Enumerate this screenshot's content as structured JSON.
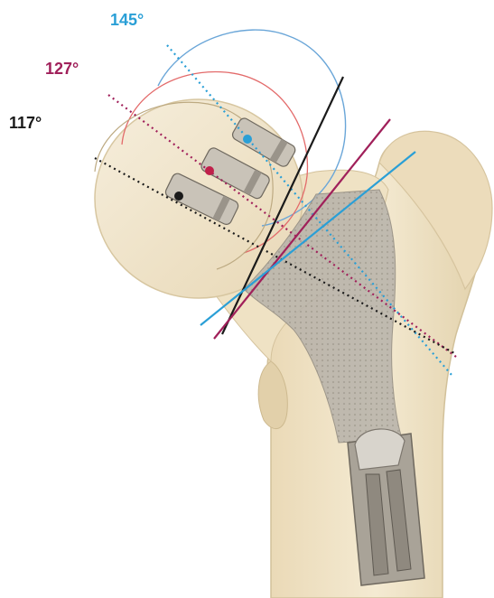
{
  "diagram": {
    "angles": [
      {
        "label": "145°",
        "color": "#2a9fd6"
      },
      {
        "label": "127°",
        "color": "#a0205a"
      },
      {
        "label": "117°",
        "color": "#1a1a1a"
      }
    ],
    "colors": {
      "bone_fill": "#efe3c6",
      "bone_shade": "#d9c9a2",
      "implant_fill": "#b9b3a8",
      "implant_dark": "#7d776e",
      "cyan_line": "#2a9fd6",
      "magenta_line": "#a0205a",
      "black_line": "#1a1a1a",
      "head_outline_blue": "#6aa6d8",
      "head_outline_red": "#e36a6a"
    }
  }
}
